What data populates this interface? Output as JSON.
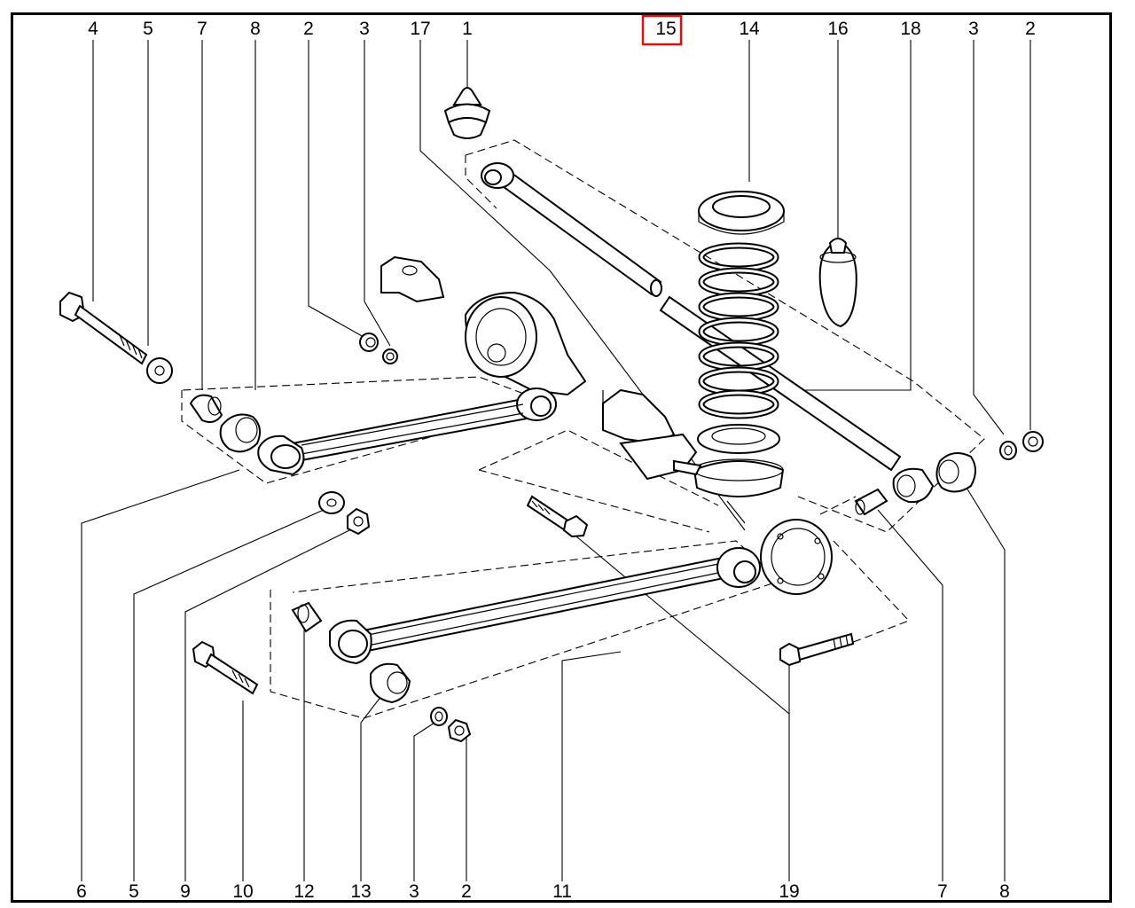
{
  "diagram": {
    "title": "Rear suspension exploded view",
    "highlight_color": "#e01010",
    "top_labels": [
      {
        "id": "t4",
        "text": "4"
      },
      {
        "id": "t5",
        "text": "5"
      },
      {
        "id": "t7",
        "text": "7"
      },
      {
        "id": "t8",
        "text": "8"
      },
      {
        "id": "t2a",
        "text": "2"
      },
      {
        "id": "t3a",
        "text": "3"
      },
      {
        "id": "t17",
        "text": "17"
      },
      {
        "id": "t1",
        "text": "1"
      },
      {
        "id": "t15",
        "text": "15"
      },
      {
        "id": "t14",
        "text": "14"
      },
      {
        "id": "t16",
        "text": "16"
      },
      {
        "id": "t18",
        "text": "18"
      },
      {
        "id": "t3b",
        "text": "3"
      },
      {
        "id": "t2b",
        "text": "2"
      }
    ],
    "bottom_labels": [
      {
        "id": "b6",
        "text": "6"
      },
      {
        "id": "b5",
        "text": "5"
      },
      {
        "id": "b9",
        "text": "9"
      },
      {
        "id": "b10",
        "text": "10"
      },
      {
        "id": "b12",
        "text": "12"
      },
      {
        "id": "b13",
        "text": "13"
      },
      {
        "id": "b3",
        "text": "3"
      },
      {
        "id": "b2",
        "text": "2"
      },
      {
        "id": "b11",
        "text": "11"
      },
      {
        "id": "b19",
        "text": "19"
      },
      {
        "id": "b7",
        "text": "7"
      },
      {
        "id": "b8",
        "text": "8"
      }
    ],
    "highlighted_label": "15"
  }
}
